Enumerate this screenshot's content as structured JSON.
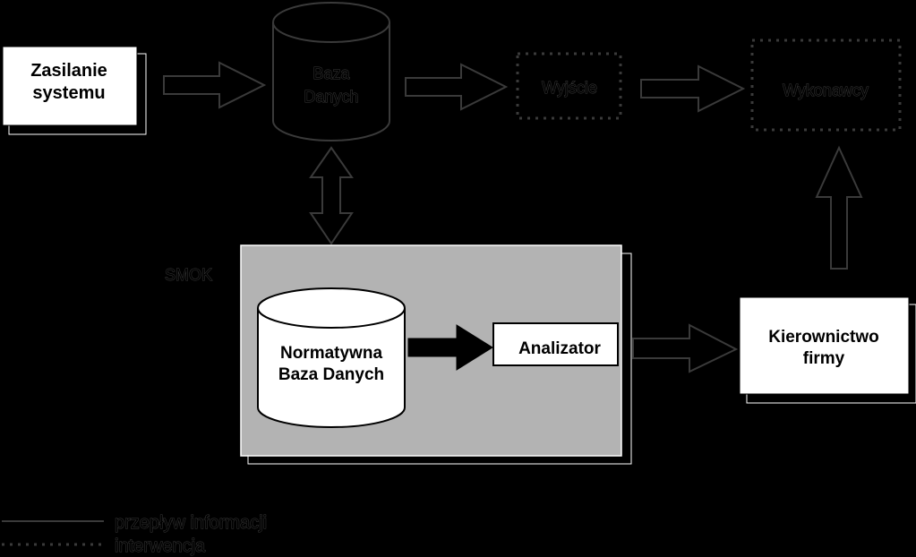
{
  "nodes": {
    "zasilanie": {
      "line1": "Zasilanie",
      "line2": "systemu"
    },
    "baza": {
      "line1": "Baza",
      "line2": "Danych"
    },
    "wyjscie": {
      "label": "Wyjście"
    },
    "wykonawcy": {
      "label": "Wykonawcy"
    },
    "smok": {
      "label": "SMOK"
    },
    "normatywna": {
      "line1": "Normatywna",
      "line2": "Baza Danych"
    },
    "analizator": {
      "label": "Analizator"
    },
    "kierownictwo": {
      "line1": "Kierownictwo",
      "line2": "firmy"
    }
  },
  "legend": {
    "information_flow": "przepływ informacji",
    "intervention": "interwencja"
  },
  "colors": {
    "background": "#000000",
    "box_fill": "#ffffff",
    "smok_fill": "#b3b3b3",
    "ghost_stroke": "#3a3a3a"
  }
}
